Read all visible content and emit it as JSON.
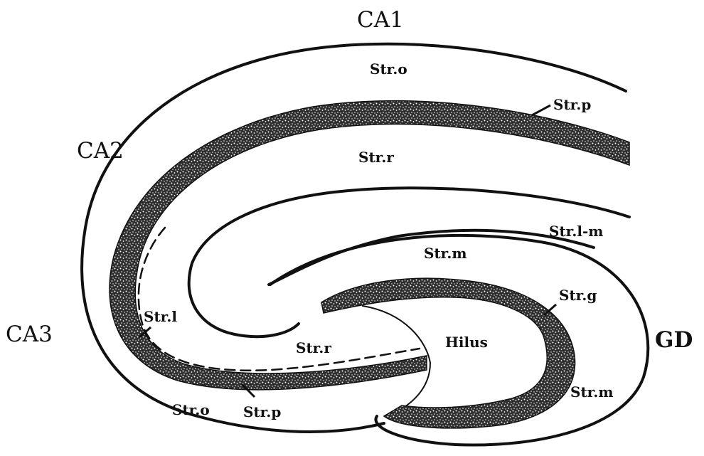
{
  "regions": {
    "ca1": "CA1",
    "ca2": "CA2",
    "ca3": "CA3",
    "gd": "GD"
  },
  "layers": {
    "str_o_top": "Str.o",
    "str_p_top": "Str.p",
    "str_r_top": "Str.r",
    "str_lm": "Str.l-m",
    "str_m_top": "Str.m",
    "str_g": "Str.g",
    "str_l": "Str.l",
    "str_r_bottom": "Str.r",
    "hilus": "Hilus",
    "str_m_bottom": "Str.m",
    "str_o_bottom": "Str.o",
    "str_p_bottom": "Str.p"
  },
  "colors": {
    "ink": "#111111",
    "cell_layer_fill": "#3a3a3a",
    "background": "#ffffff"
  }
}
